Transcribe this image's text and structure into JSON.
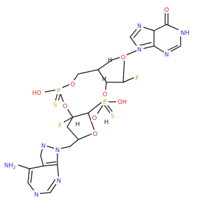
{
  "diagram": {
    "type": "chemical-structure",
    "colors": {
      "bond": "#1a1a1a",
      "oxygen": "#e8261b",
      "nitrogen": "#2b35dc",
      "phosphorus": "#e68b1f",
      "sulfur": "#c9b21f",
      "fluorine": "#72b52f",
      "carbon": "#1a1a1a"
    },
    "atom_labels": {
      "o_ketone": "O",
      "nh": "NH",
      "n_inosine_1": "N",
      "n_inosine_2": "N",
      "n_inosine_3": "N",
      "o_ring_top": "O",
      "f_top": "F",
      "h_top_1": "H",
      "h_top_2": "H",
      "o_p1_ester_left": "O",
      "o_p1_ester_right": "O",
      "p1": "P",
      "oh_p1": "HO",
      "s_p1": "S",
      "o_p2_ester_top": "O",
      "p2": "P",
      "oh_p2": "OH",
      "s_p2": "S",
      "o_p2_ester_bottom": "O",
      "f_bottom": "F",
      "h_bottom_1": "H",
      "o_ring_bottom": "O",
      "h_bottom_2": "H",
      "n_adenine_1": "N",
      "n_adenine_2": "N",
      "n_adenine_3": "N",
      "n_adenine_4": "N",
      "nh2": "NH",
      "nh2_sub": "2"
    }
  }
}
